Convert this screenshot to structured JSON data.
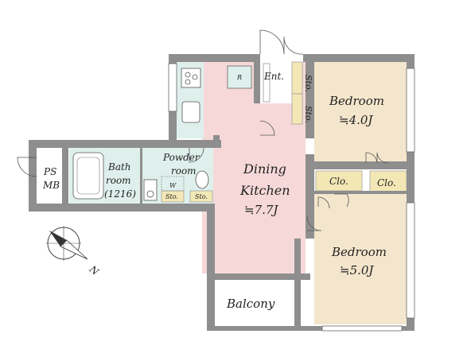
{
  "rooms": {
    "dining_kitchen": {
      "name_line1": "Dining",
      "name_line2": "Kitchen",
      "area": "≒7.7J"
    },
    "bedroom_1": {
      "name": "Bedroom",
      "area": "≒4.0J"
    },
    "bedroom_2": {
      "name": "Bedroom",
      "area": "≒5.0J"
    },
    "bathroom": {
      "name_line1": "Bath",
      "name_line2": "room",
      "size": "(1216)"
    },
    "powder_room": {
      "name_line1": "Powder",
      "name_line2": "room"
    },
    "entrance": "Ent.",
    "balcony": "Balcony",
    "ps_mb_line1": "PS",
    "ps_mb_line2": "MB"
  },
  "storage": {
    "sto_entrance_1": "Sto.",
    "sto_entrance_2": "Sto.",
    "sto_powder_1": "Sto.",
    "sto_powder_2": "Sto.",
    "closet_1": "Clo.",
    "closet_2": "Clo."
  },
  "fixtures": {
    "refrigerator": "R",
    "washer": "W"
  },
  "compass": {
    "north_label": "N"
  },
  "colors": {
    "dining_kitchen": "#f6d8d8",
    "bedroom": "#f4e6cc",
    "wet_area": "#dff0ec",
    "storage": "#f3e7b6",
    "wall": "#8e8e8e",
    "background": "#ffffff"
  }
}
